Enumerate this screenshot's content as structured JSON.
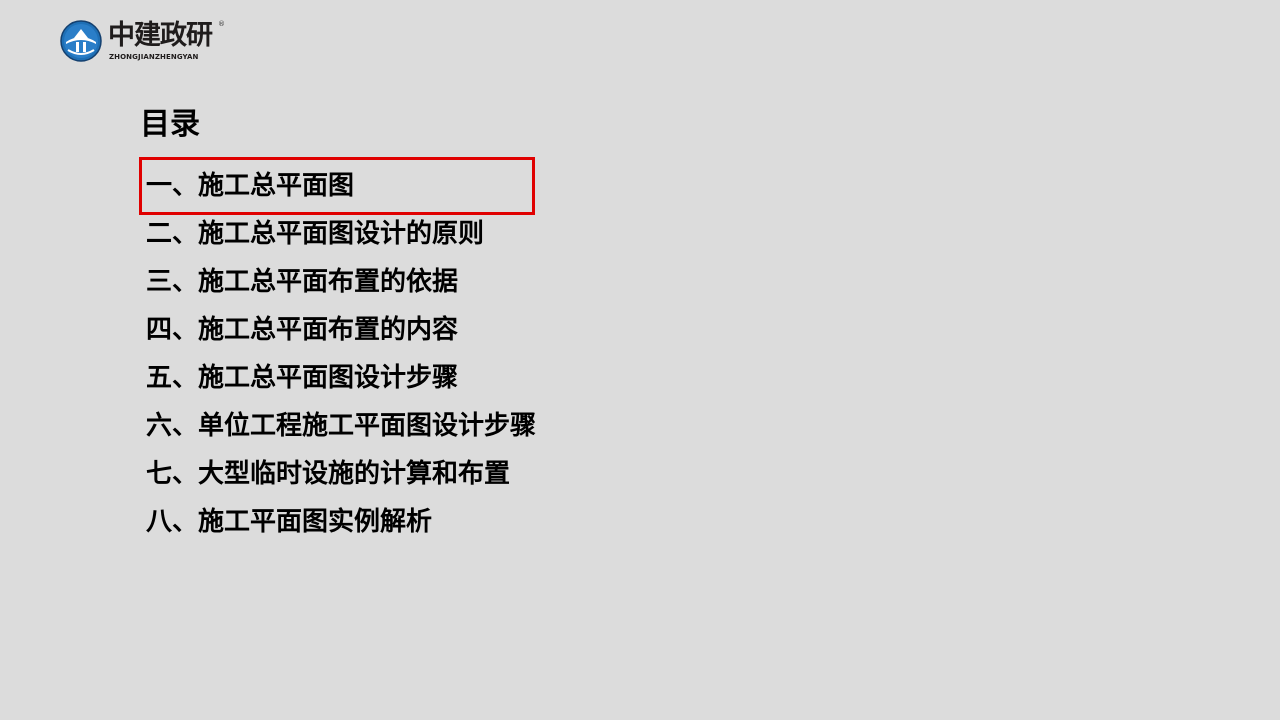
{
  "logo": {
    "name": "中建政研",
    "pinyin": "ZHONGJIANZHENGYAN",
    "registered_mark": "®",
    "colors": {
      "emblem_blue": "#1e6fb5",
      "emblem_dark": "#14406f",
      "text": "#1f1c1c"
    }
  },
  "toc": {
    "title": "目录",
    "items": [
      {
        "label": "一、施工总平面图",
        "highlighted": true
      },
      {
        "label": "二、施工总平面图设计的原则",
        "highlighted": false
      },
      {
        "label": "三、施工总平面布置的依据",
        "highlighted": false
      },
      {
        "label": "四、施工总平面布置的内容",
        "highlighted": false
      },
      {
        "label": "五、施工总平面图设计步骤",
        "highlighted": false
      },
      {
        "label": "六、单位工程施工平面图设计步骤",
        "highlighted": false
      },
      {
        "label": "七、大型临时设施的计算和布置",
        "highlighted": false
      },
      {
        "label": "八、施工平面图实例解析",
        "highlighted": false
      }
    ],
    "highlight_color": "#e00000"
  },
  "background_color": "#dcdcdc"
}
